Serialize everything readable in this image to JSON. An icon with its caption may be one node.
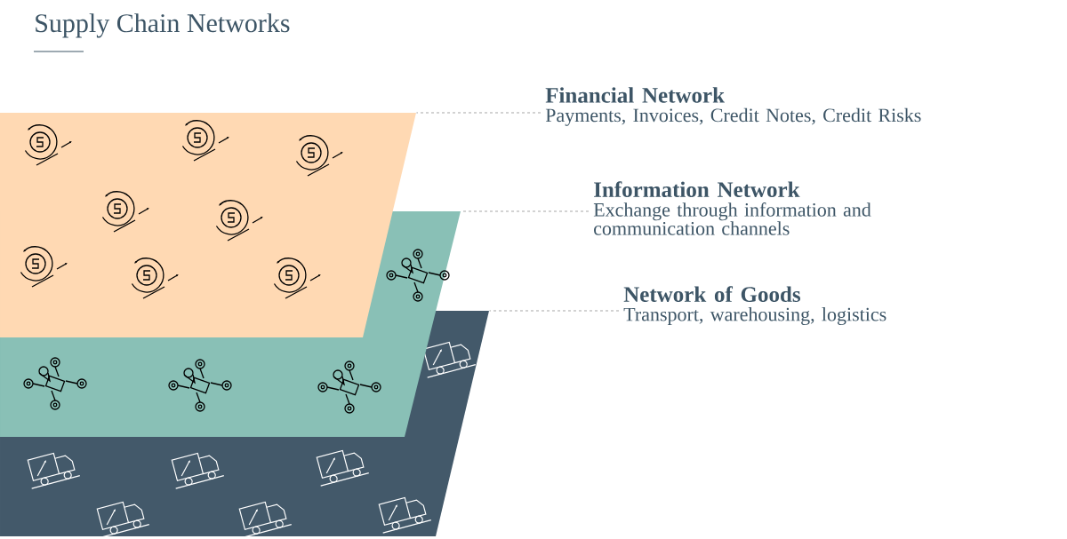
{
  "diagram": {
    "title": "Supply Chain Networks",
    "nodes": [
      {
        "text": [
          "Financial Network",
          "Payments, Invoices, Credit Notes, Credit Risks"
        ]
      },
      {
        "text": [
          "Information Network",
          "Exchange through information and communication channels"
        ]
      },
      {
        "text": [
          "Network of Goods",
          "Transport, warehousing, logistics"
        ]
      },
      {
        "text": [],
        "shape": "parallelogram"
      },
      {
        "text": [],
        "shape": "parallelogram"
      },
      {
        "text": [],
        "shape": "parallelogram"
      }
    ],
    "edges": [
      {
        "from": 0,
        "to": 3,
        "arrow": "none",
        "style": "dashed"
      },
      {
        "from": 1,
        "to": 4,
        "arrow": "none",
        "style": "dashed"
      },
      {
        "from": 2,
        "to": 5,
        "arrow": "none",
        "style": "dashed"
      }
    ]
  }
}
